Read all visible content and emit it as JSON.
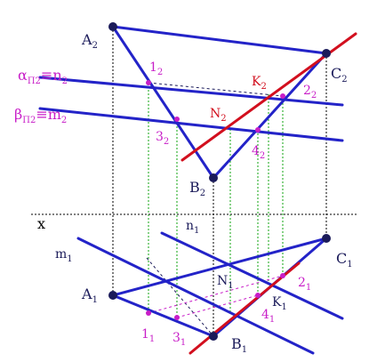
{
  "colors": {
    "blue": "#2323c8",
    "red": "#d20f1e",
    "magenta": "#c81ec8",
    "green": "#12a512",
    "black": "#000000",
    "navy": "#1b1b5a"
  },
  "labels": {
    "a2": {
      "main": "A",
      "sub": "2"
    },
    "b2": {
      "main": "B",
      "sub": "2"
    },
    "c2": {
      "main": "C",
      "sub": "2"
    },
    "p12": {
      "main": "1",
      "sub": "2"
    },
    "p22": {
      "main": "2",
      "sub": "2"
    },
    "p32": {
      "main": "3",
      "sub": "2"
    },
    "p42": {
      "main": "4",
      "sub": "2"
    },
    "k2": {
      "main": "K",
      "sub": "2"
    },
    "n2": {
      "main": "N",
      "sub": "2"
    },
    "alpha": {
      "main": "α",
      "sub": "П2",
      "rest": "≡n",
      "rest_sub": "2"
    },
    "beta": {
      "main": "β",
      "sub": "П2",
      "rest": "≡m",
      "rest_sub": "2"
    },
    "x": "x",
    "n1": {
      "main": "n",
      "sub": "1"
    },
    "m1": {
      "main": "m",
      "sub": "1"
    },
    "a1": {
      "main": "A",
      "sub": "1"
    },
    "b1": {
      "main": "B",
      "sub": "1"
    },
    "c1": {
      "main": "C",
      "sub": "1"
    },
    "nn1": {
      "main": "N",
      "sub": "1"
    },
    "k1": {
      "main": "K",
      "sub": "1"
    },
    "p11": {
      "main": "1",
      "sub": "1"
    },
    "p21": {
      "main": "2",
      "sub": "1"
    },
    "p31": {
      "main": "3",
      "sub": "1"
    },
    "p41": {
      "main": "4",
      "sub": "1"
    }
  }
}
